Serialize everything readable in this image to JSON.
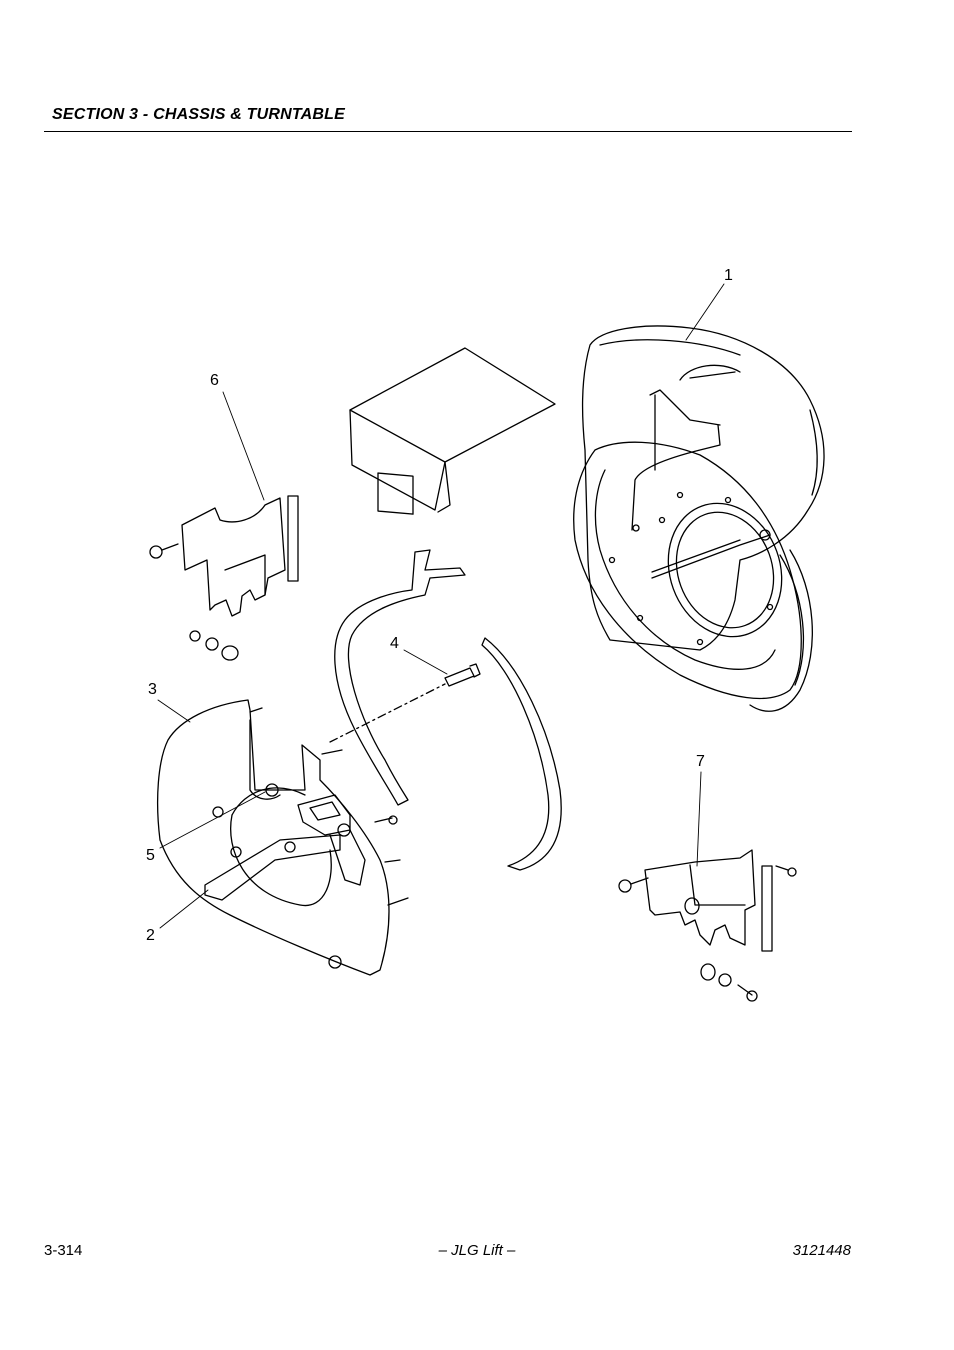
{
  "header": {
    "section_title": "SECTION 3 - CHASSIS & TURNTABLE"
  },
  "figure": {
    "callouts": [
      "1",
      "2",
      "3",
      "4",
      "5",
      "6",
      "7"
    ]
  },
  "footer": {
    "page_number": "3-314",
    "center_text": "– JLG Lift –",
    "doc_number": "3121448"
  }
}
